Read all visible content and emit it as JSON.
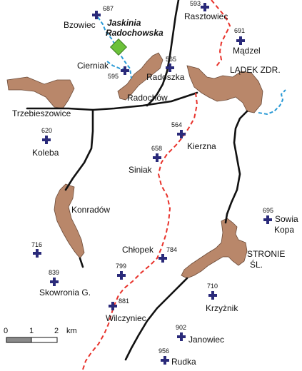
{
  "colors": {
    "road": "#111111",
    "town": "#b9876a",
    "border_red": "#e8322b",
    "border_blue": "#2a9ad6",
    "peak": "#2a2a7a",
    "cave_marker": "#6cc13a"
  },
  "cave": {
    "name_line1": "Jaskinia",
    "name_line2": "Radochowska"
  },
  "places": {
    "bzowiec": "Bzowiec",
    "rasztowiec": "Rasztowiec",
    "madzel": "Mądzel",
    "cierniak": "Cierniak",
    "radoszka": "Radoszka",
    "ladek": "LĄDEK ZDR.",
    "radochow": "Radochów",
    "trzebieszowice": "Trzebieszowice",
    "koleba": "Koleba",
    "kierzna": "Kierzna",
    "siniak": "Siniak",
    "konradow": "Konradów",
    "sowia_kopa_1": "Sowia",
    "sowia_kopa_2": "Kopa",
    "chlopek": "Chłopek",
    "stronie_1": "STRONIE",
    "stronie_2": "ŚL.",
    "skowronia": "Skowronia G.",
    "krzyznik": "Krzyżnik",
    "wilczyniec": "Wilczyniec",
    "janowiec": "Janowiec",
    "rudka": "Rudka"
  },
  "elevations": {
    "bzowiec": "687",
    "rasztowiec": "593",
    "madzel": "691",
    "radoszka": "565",
    "cierniak": "595",
    "koleba": "620",
    "kierzna": "564",
    "siniak": "658",
    "sowia_kopa": "695",
    "unnamed_716": "716",
    "skowronia": "839",
    "chlopek": "784",
    "unnamed_799": "799",
    "krzyznik": "710",
    "wilczyniec": "881",
    "janowiec": "902",
    "rudka": "956"
  },
  "scale": {
    "t0": "0",
    "t1": "1",
    "t2": "2",
    "unit": "km"
  }
}
